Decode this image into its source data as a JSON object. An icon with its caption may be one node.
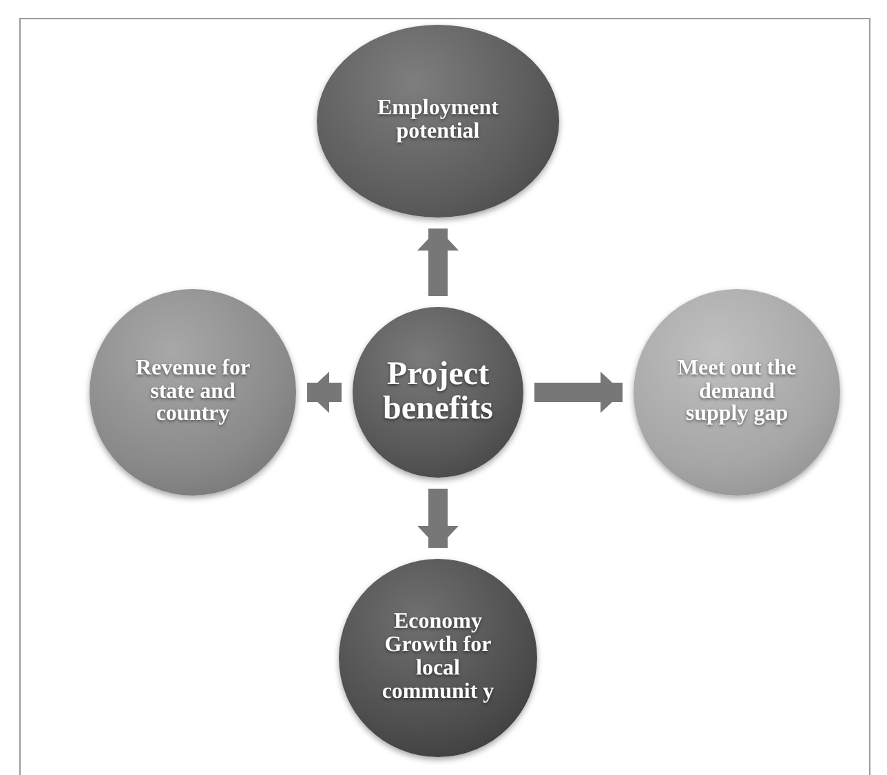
{
  "diagram": {
    "nodes": [
      {
        "text": [
          "Project benefits"
        ]
      },
      {
        "text": [
          "Employment potential"
        ]
      },
      {
        "text": [
          "Revenue for state and country"
        ]
      },
      {
        "text": [
          "Meet out the demand supply gap"
        ]
      },
      {
        "text": [
          "Economy Growth for local communit y"
        ]
      }
    ],
    "edges": [
      {
        "from": 0,
        "to": 1,
        "arrow": "to"
      },
      {
        "from": 0,
        "to": 2,
        "arrow": "to"
      },
      {
        "from": 0,
        "to": 3,
        "arrow": "to"
      },
      {
        "from": 0,
        "to": 4,
        "arrow": "to"
      }
    ]
  }
}
